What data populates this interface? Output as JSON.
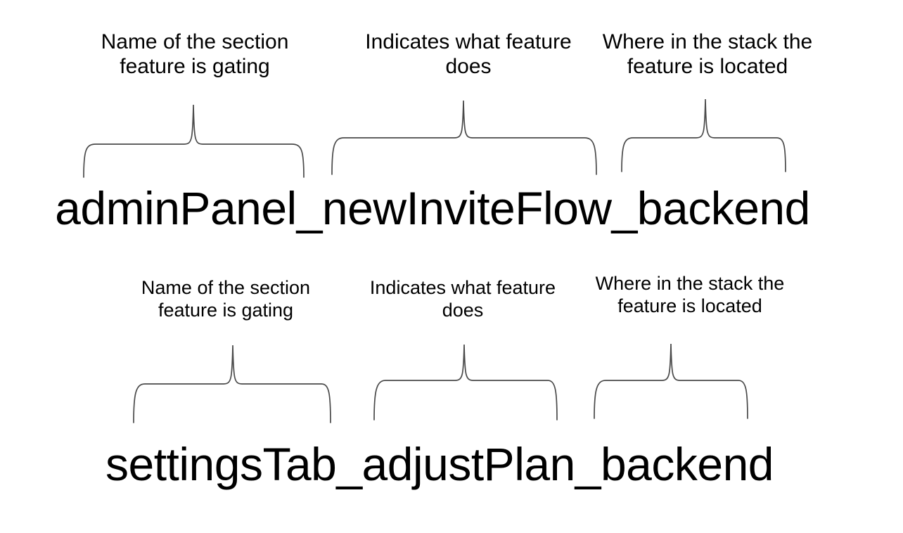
{
  "page": {
    "background": "#ffffff",
    "text_color": "#000000",
    "brace_color": "#4a4a4a"
  },
  "examples": [
    {
      "id": "example-1",
      "identifier": "adminPanel_newInviteFlow_backend",
      "segments": [
        {
          "token": "adminPanel",
          "annotation": "Name of the section\nfeature is gating"
        },
        {
          "token": "newInviteFlow",
          "annotation": "Indicates what feature\ndoes"
        },
        {
          "token": "backend",
          "annotation": "Where in the stack the\nfeature is located"
        }
      ]
    },
    {
      "id": "example-2",
      "identifier": "settingsTab_adjustPlan_backend",
      "segments": [
        {
          "token": "settingsTab",
          "annotation": "Name of the section\nfeature is gating"
        },
        {
          "token": "adjustPlan",
          "annotation": "Indicates what feature\ndoes"
        },
        {
          "token": "backend",
          "annotation": "Where in the stack the\nfeature is located"
        }
      ]
    }
  ]
}
